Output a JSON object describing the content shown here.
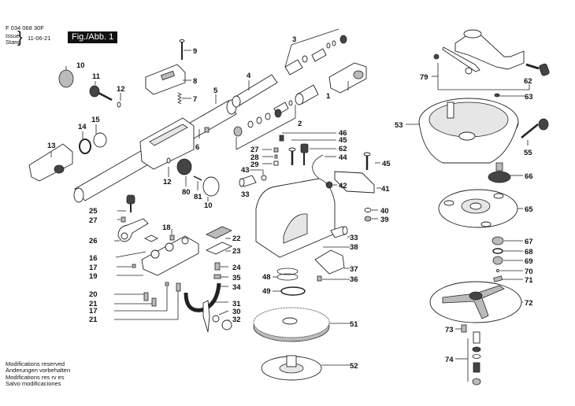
{
  "header": {
    "doc_number": "F 034 068 30F",
    "issue_label": "Issue",
    "stand_label": "Stand",
    "date": "11-06-21",
    "figure_label": "Fig./Abb. 1"
  },
  "footer_notes": [
    "Modifications reserved",
    "Änderungen vorbehalten",
    "Modifications res rv es",
    "Salvo modificaciones"
  ],
  "part_labels": {
    "p1": "1",
    "p2": "2",
    "p3": "3",
    "p4": "4",
    "p5": "5",
    "p6": "6",
    "p7": "7",
    "p8": "8",
    "p9": "9",
    "p10a": "10",
    "p10b": "10",
    "p11": "11",
    "p12a": "12",
    "p12b": "12",
    "p13": "13",
    "p14": "14",
    "p15": "15",
    "p16": "16",
    "p17a": "17",
    "p17b": "17",
    "p18": "18",
    "p19": "19",
    "p20": "20",
    "p21a": "21",
    "p21b": "21",
    "p22": "22",
    "p23": "23",
    "p24": "24",
    "p25": "25",
    "p26": "26",
    "p27a": "27",
    "p27b": "27",
    "p28": "28",
    "p29": "29",
    "p30": "30",
    "p31": "31",
    "p32": "32",
    "p33a": "33",
    "p33b": "33",
    "p34": "34",
    "p35": "35",
    "p36": "36",
    "p37": "37",
    "p38": "38",
    "p39": "39",
    "p40": "40",
    "p41": "41",
    "p42": "42",
    "p43": "43",
    "p44": "44",
    "p45a": "45",
    "p45b": "45",
    "p46": "46",
    "p48": "48",
    "p49": "49",
    "p51": "51",
    "p52": "52",
    "p53": "53",
    "p55": "55",
    "p62a": "62",
    "p62b": "62",
    "p63": "63",
    "p65": "65",
    "p66": "66",
    "p67": "67",
    "p68": "68",
    "p69": "69",
    "p70": "70",
    "p71": "71",
    "p72": "72",
    "p73": "73",
    "p74": "74",
    "p79": "79",
    "p80": "80",
    "p81": "81"
  }
}
